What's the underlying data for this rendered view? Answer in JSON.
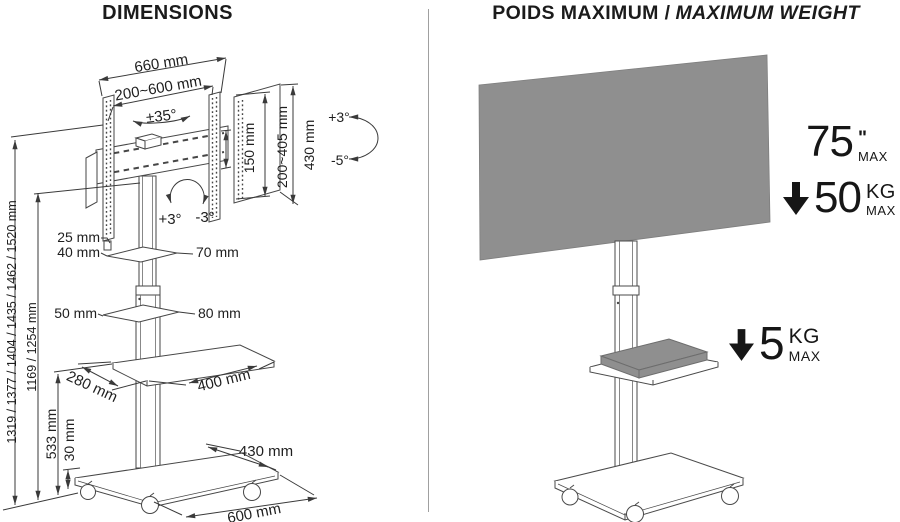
{
  "left": {
    "title": "DIMENSIONS",
    "labels": {
      "width_outer": "660 mm",
      "width_vesa": "200~600 mm",
      "swivel": "±35°",
      "h150": "150 mm",
      "h_vesa": "200~405 mm",
      "h430": "430 mm",
      "tilt_plus3_right": "+3°",
      "tilt_minus5_right": "-5°",
      "tilt_plus3": "+3°",
      "tilt_minus3": "-3°",
      "d25": "25 mm",
      "d40": "40 mm",
      "d70": "70 mm",
      "d50": "50 mm",
      "d80": "80 mm",
      "shelf_depth": "280 mm",
      "shelf_width": "400 mm",
      "h533": "533 mm",
      "h30": "30 mm",
      "base_depth": "430 mm",
      "base_width": "600 mm",
      "total_heights": "1319 / 1377 / 1404 / 1435 / 1462 / 1520 mm",
      "column_heights": "1169 / 1254 mm"
    }
  },
  "right": {
    "title_primary": "POIDS MAXIMUM /",
    "title_secondary": "MAXIMUM WEIGHT",
    "screen": {
      "value": "75",
      "unit": "\"",
      "qualifier": "MAX"
    },
    "tv_weight": {
      "value": "50",
      "unit": "KG",
      "qualifier": "MAX"
    },
    "shelf_weight": {
      "value": "5",
      "unit": "KG",
      "qualifier": "MAX"
    }
  },
  "icons": {
    "max_weight_arrow": "solid-down-arrow"
  },
  "colors": {
    "line": "#3f3f3f",
    "text": "#1c1c1c",
    "panel_gray": "#8f8f8f",
    "divider_gray": "#a0a0a0"
  }
}
